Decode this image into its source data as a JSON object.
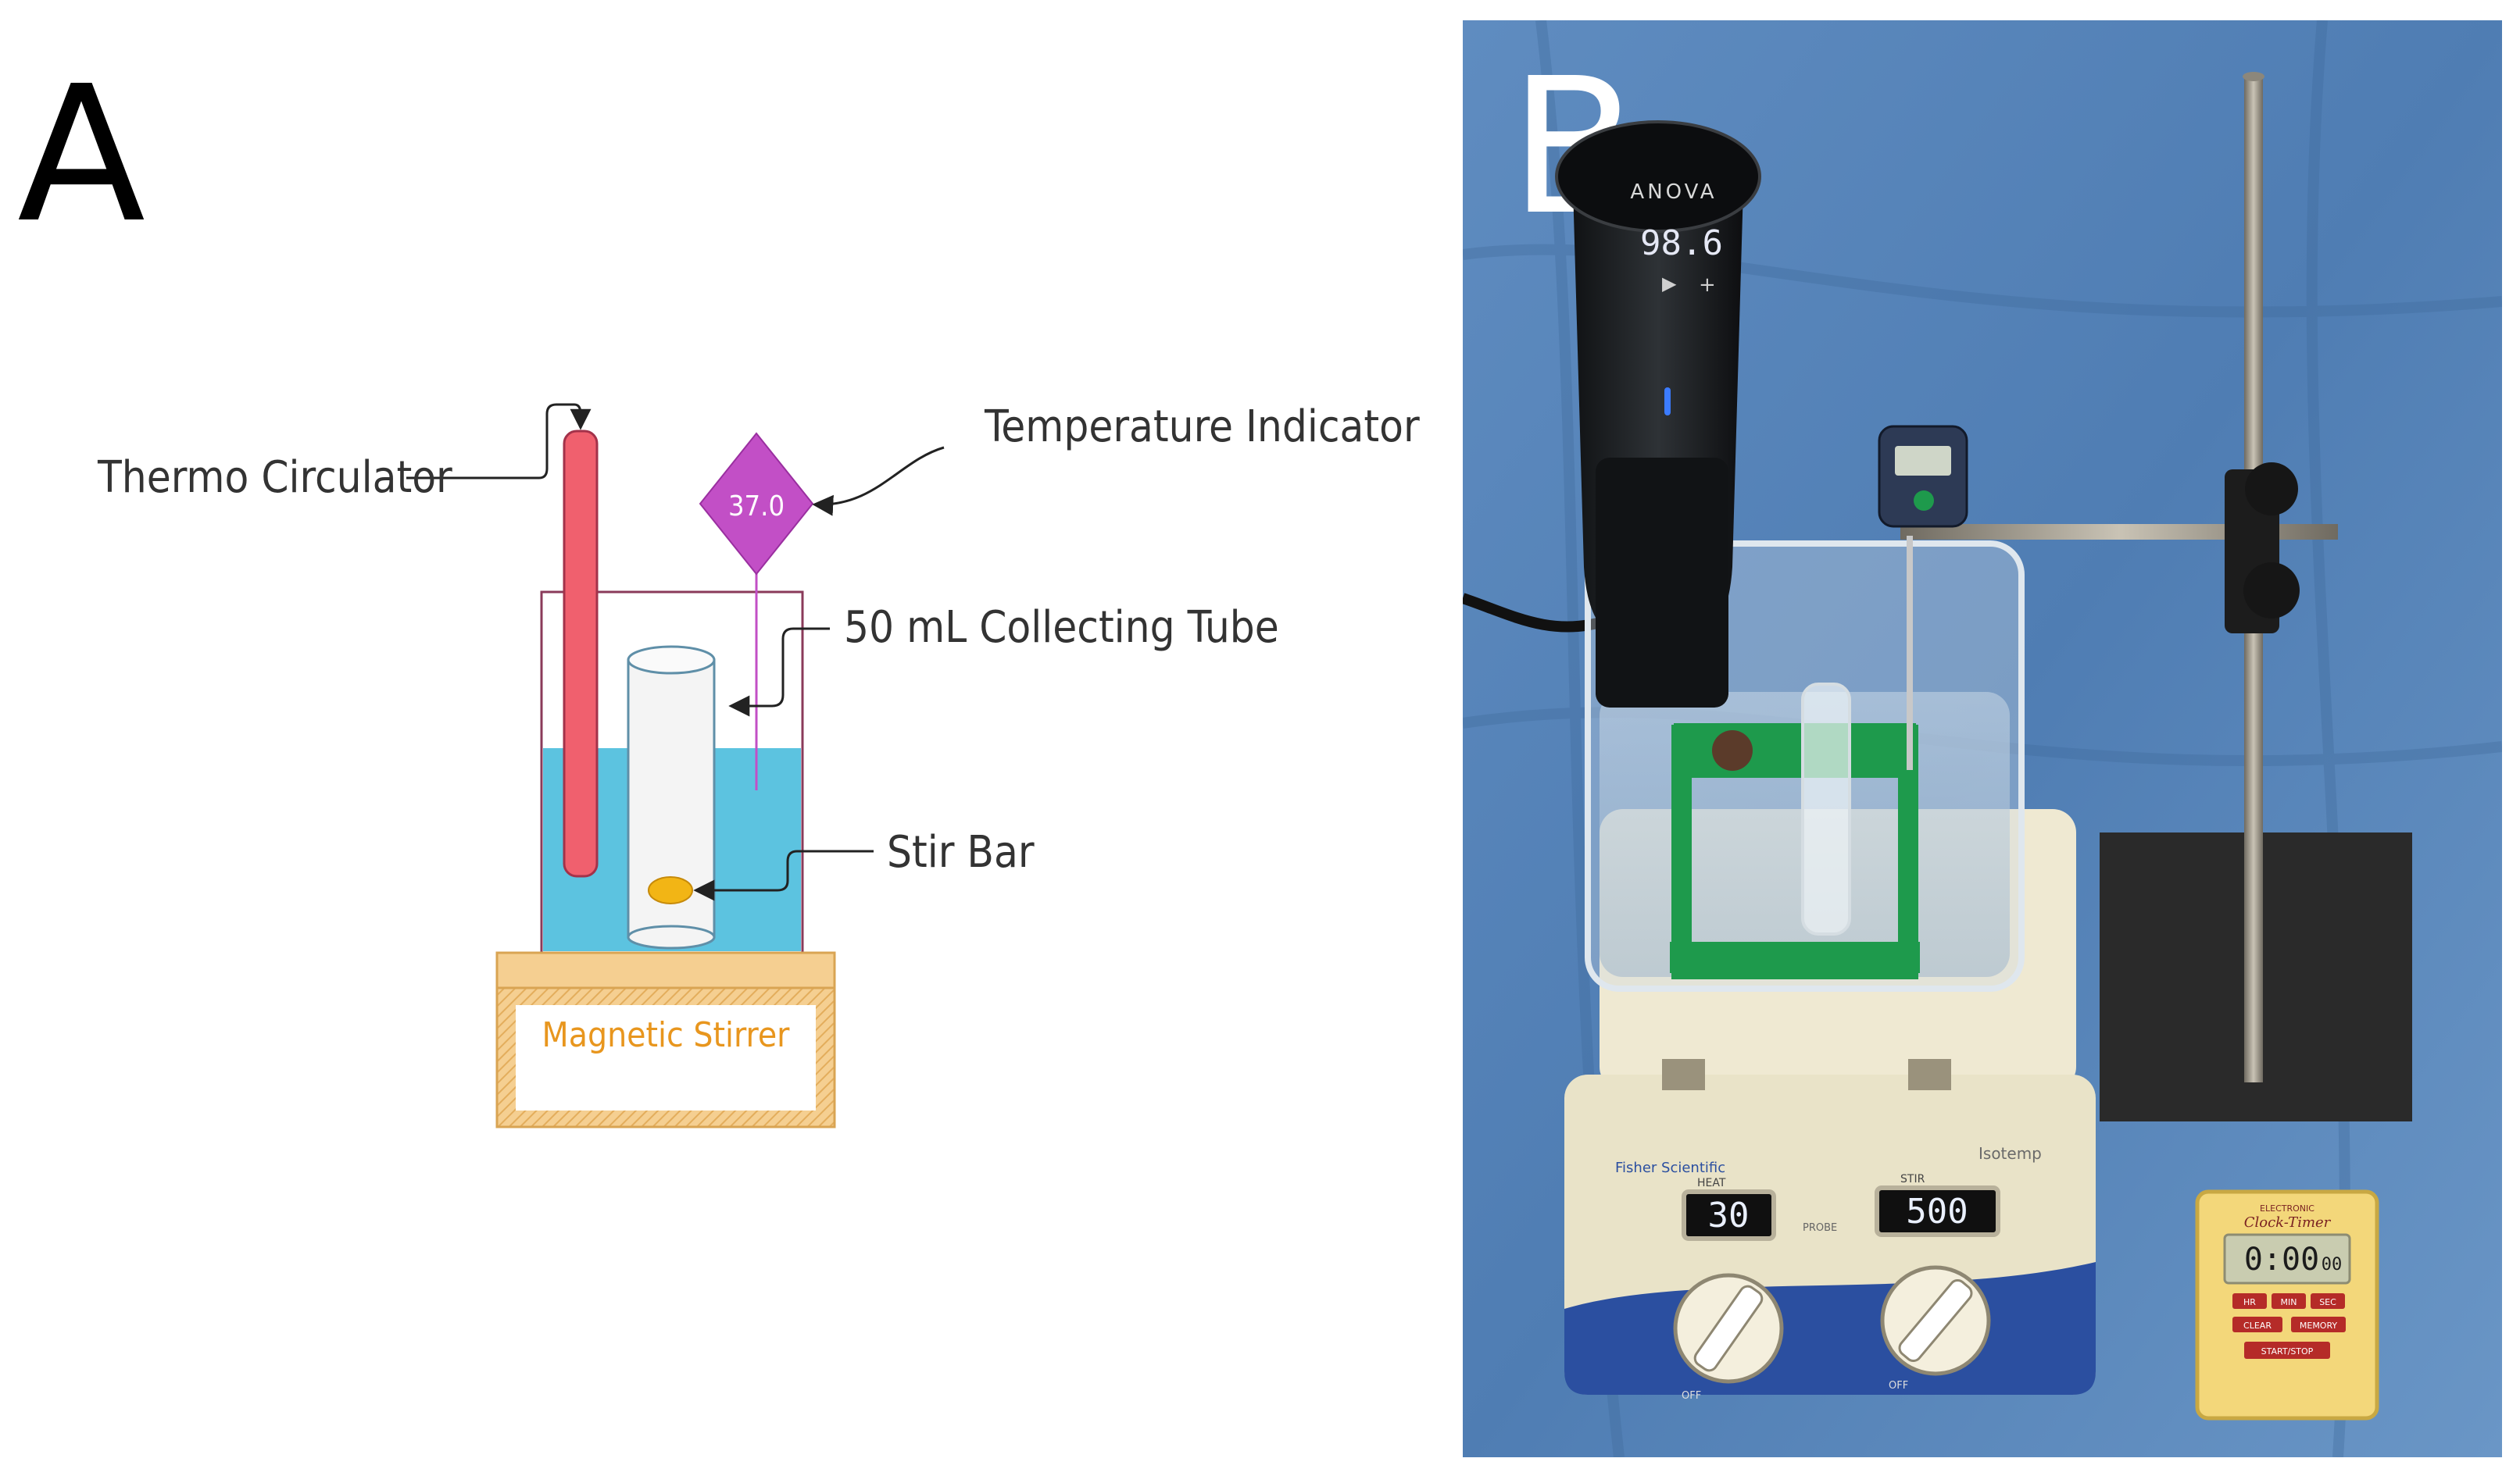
{
  "panel_a": {
    "letter": "A",
    "labels": {
      "thermo_circulator": "Thermo Circulator",
      "temperature_indicator": "Temperature Indicator",
      "temperature_value": "37.0",
      "collecting_tube": "50 mL Collecting Tube",
      "stir_bar": "Stir Bar",
      "magnetic_stirrer": "Magnetic Stirrer"
    },
    "colors": {
      "circulator": "#f0606e",
      "indicator": "#c24fc6",
      "water": "#5cc3e0",
      "stirrer_base": "#f2c98a",
      "stirrer_text": "#e8961e",
      "stir_bar": "#f2b515",
      "tube_fill": "#f4f4f4"
    }
  },
  "panel_b": {
    "letter": "B",
    "device_text": {
      "circulator_brand": "ANOVA",
      "circulator_display": "98.6",
      "heat_display": "30",
      "stir_display": "500",
      "stirrer_brand": "Fisher Scientific",
      "stirrer_model": "Isotemp",
      "heat_label": "HEAT",
      "stir_label": "STIR",
      "off_label": "OFF",
      "probe_label": "PROBE",
      "timer_title": "ELECTRONIC",
      "timer_name": "Clock-Timer",
      "timer_display": "0:00",
      "timer_display_small": "00",
      "timer_buttons": [
        "HR",
        "MIN",
        "SEC",
        "CLEAR",
        "MEMORY",
        "START/STOP"
      ]
    },
    "colors": {
      "backdrop": "#5b86b8",
      "holder": "#1e9a4c",
      "stand_base": "#2a2a2a",
      "stirrer_body": "#e9e3c8",
      "stirrer_stripe": "#2b4fa0",
      "timer_body": "#f3d77a"
    }
  }
}
